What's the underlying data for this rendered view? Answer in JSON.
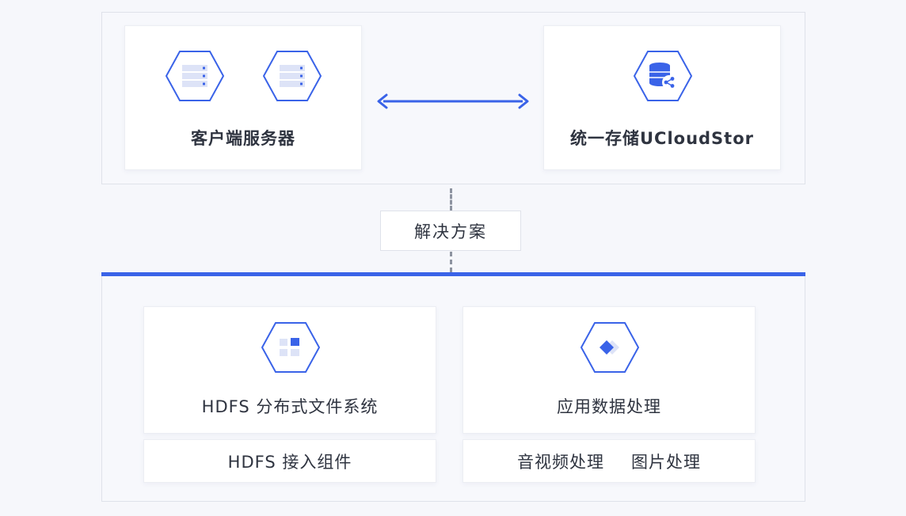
{
  "colors": {
    "accent": "#3a63e8",
    "text": "#2f3440",
    "border": "#dfe2ea"
  },
  "top": {
    "client": {
      "label": "客户端服务器",
      "icons": [
        "server-hex-icon",
        "server-hex-icon"
      ]
    },
    "storage": {
      "label": "统一存储UCloudStor",
      "icon": "database-share-hex-icon"
    },
    "connector_icon": "double-arrow-icon"
  },
  "solution": {
    "label": "解决方案"
  },
  "bottom": {
    "hdfs": {
      "label": "HDFS 分布式文件系统",
      "icon": "grid-blocks-hex-icon",
      "sub_label": "HDFS 接入组件"
    },
    "processing": {
      "label": "应用数据处理",
      "icon": "layers-hex-icon",
      "sub_items": [
        "音视频处理",
        "图片处理"
      ]
    }
  }
}
